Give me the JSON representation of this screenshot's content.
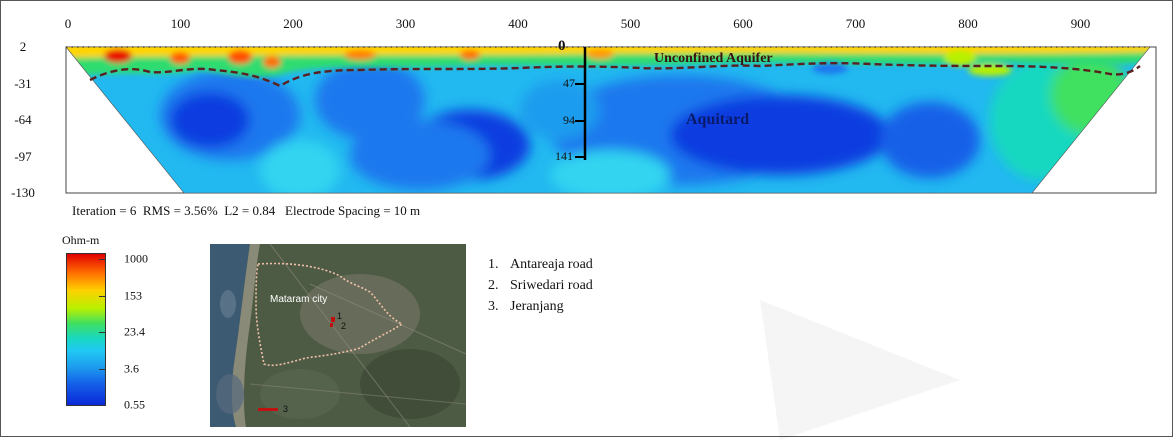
{
  "section": {
    "x_ticks": [
      "0",
      "100",
      "200",
      "300",
      "400",
      "500",
      "600",
      "700",
      "800",
      "900"
    ],
    "y_ticks": [
      "2",
      "-31",
      "-64",
      "-97",
      "-130"
    ],
    "depth_ticks": [
      "0",
      "47",
      "94",
      "141"
    ],
    "labels": {
      "upper": "Unconfined Aquifer",
      "lower": "Aquitard"
    },
    "stats": "Iteration = 6  RMS = 3.56%  L2 = 0.84   Electrode Spacing = 10 m"
  },
  "colorbar": {
    "unit": "Ohm-m",
    "ticks": [
      "1000",
      "153",
      "23.4",
      "3.6",
      "0.55"
    ]
  },
  "map": {
    "city_label": "Mataram city",
    "markers": [
      "1",
      "2",
      "3"
    ]
  },
  "legend": [
    {
      "num": "1.",
      "label": "Antareaja road"
    },
    {
      "num": "2.",
      "label": "Sriwedari road"
    },
    {
      "num": "3.",
      "label": "Jeranjang"
    }
  ],
  "colors": {
    "very_high": "#e00000",
    "high": "#ffd000",
    "medium": "#3fe060",
    "low_cyan": "#20c8f4",
    "low_blue": "#1e78ee",
    "very_low": "#0a28d8",
    "boundary": "#5a2020"
  }
}
